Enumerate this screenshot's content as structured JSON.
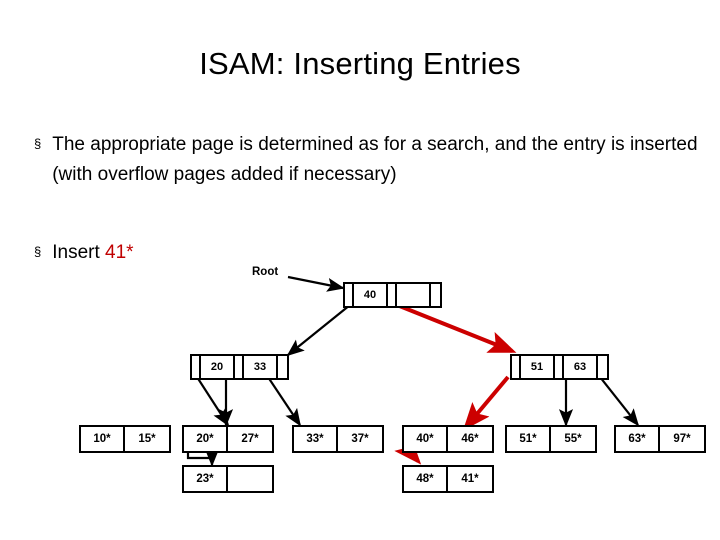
{
  "slide": {
    "title": "ISAM: Inserting Entries",
    "bullet_marker": "§",
    "bullets": [
      {
        "id": "bullet-1",
        "text": "The appropriate page is determined as for a search, and the entry is inserted (with overflow pages added if necessary)"
      },
      {
        "id": "bullet-2",
        "prefix": "Insert ",
        "highlight": "41*",
        "highlight_color": "#c00000"
      }
    ]
  },
  "diagram": {
    "root_label": "Root",
    "accent_color": "#cc0000",
    "line_color": "#000000",
    "root_node": {
      "name": "root-node",
      "cells": [
        "",
        "40",
        "",
        ""
      ]
    },
    "internal_nodes": [
      {
        "name": "internal-node-left",
        "cells": [
          "",
          "20",
          "",
          "33",
          ""
        ]
      },
      {
        "name": "internal-node-right",
        "cells": [
          "",
          "51",
          "",
          "63",
          ""
        ]
      }
    ],
    "leaf_nodes": [
      {
        "name": "leaf-10-15",
        "cells": [
          "10*",
          "15*"
        ]
      },
      {
        "name": "leaf-20-27",
        "cells": [
          "20*",
          "27*"
        ]
      },
      {
        "name": "leaf-33-37",
        "cells": [
          "33*",
          "37*"
        ]
      },
      {
        "name": "leaf-40-46",
        "cells": [
          "40*",
          "46*"
        ]
      },
      {
        "name": "leaf-51-55",
        "cells": [
          "51*",
          "55*"
        ]
      },
      {
        "name": "leaf-63-97",
        "cells": [
          "63*",
          "97*"
        ]
      }
    ],
    "overflow_nodes": [
      {
        "name": "overflow-23",
        "cells": [
          "23*",
          ""
        ]
      },
      {
        "name": "overflow-48-41",
        "cells": [
          "48*",
          "41*"
        ]
      }
    ]
  }
}
